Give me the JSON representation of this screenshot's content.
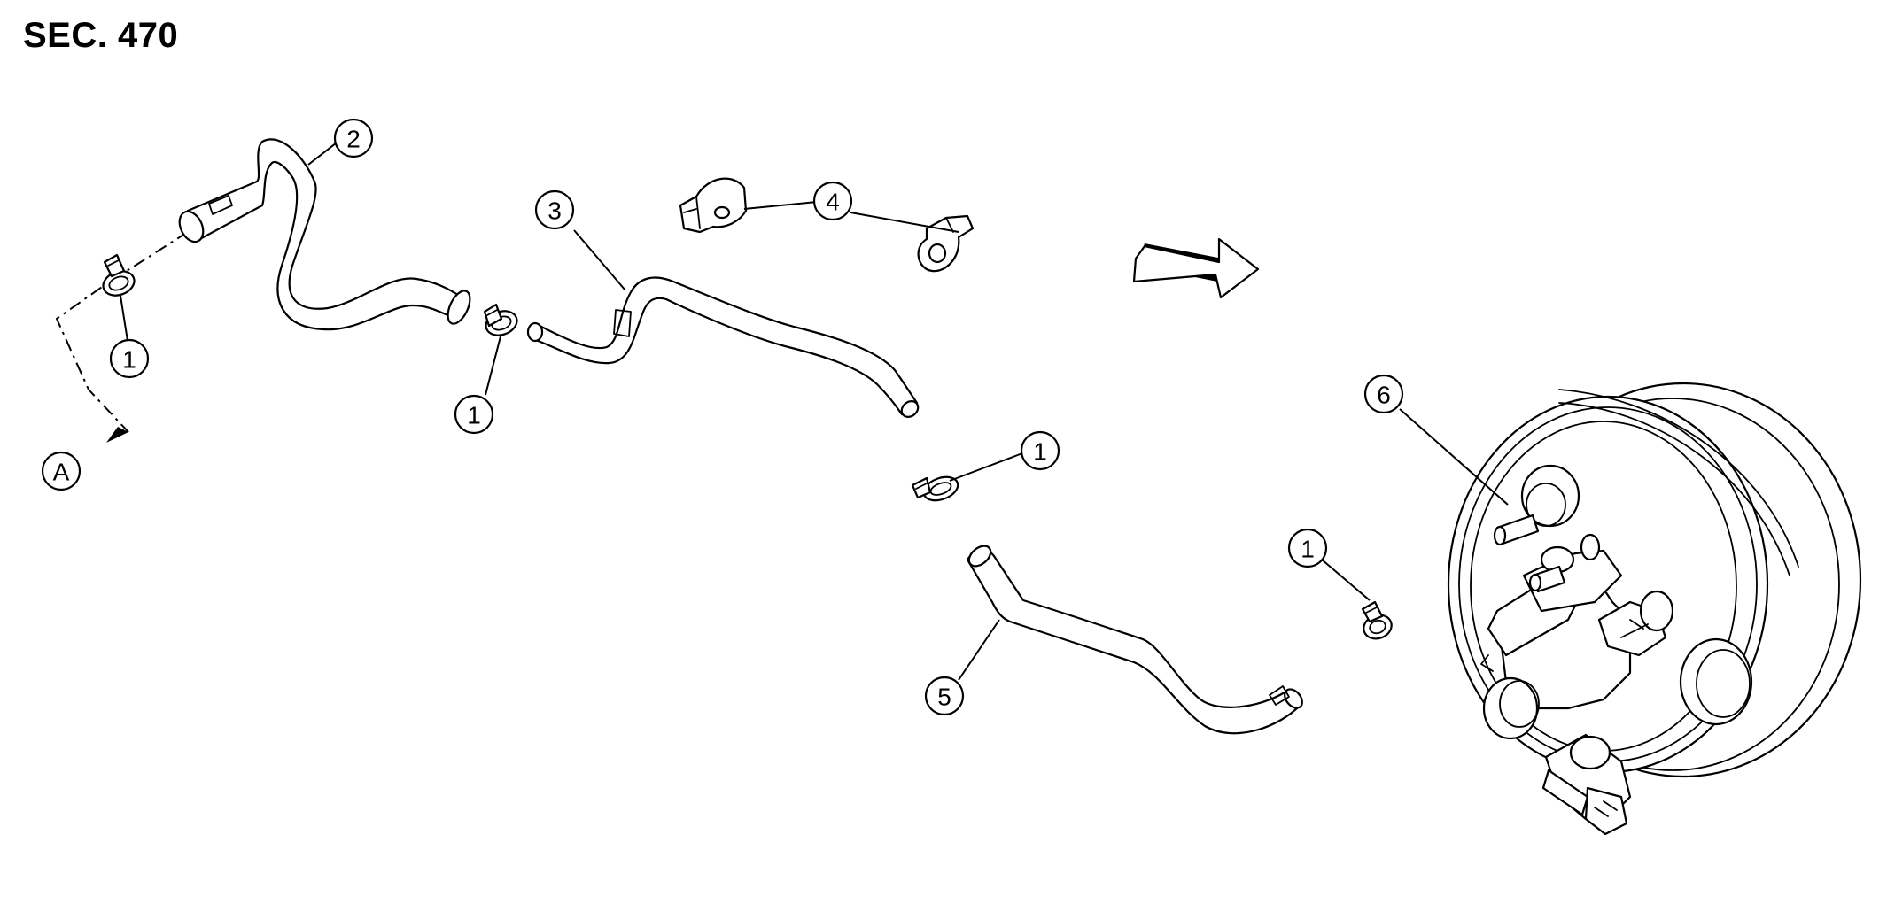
{
  "header": {
    "title": "SEC. 470"
  },
  "callouts": [
    {
      "id": "callout-1a",
      "label": "1"
    },
    {
      "id": "callout-1b",
      "label": "1"
    },
    {
      "id": "callout-1c",
      "label": "1"
    },
    {
      "id": "callout-1d",
      "label": "1"
    },
    {
      "id": "callout-2",
      "label": "2"
    },
    {
      "id": "callout-3",
      "label": "3"
    },
    {
      "id": "callout-4",
      "label": "4"
    },
    {
      "id": "callout-5",
      "label": "5"
    },
    {
      "id": "callout-6",
      "label": "6"
    },
    {
      "id": "callout-a",
      "label": "A"
    }
  ],
  "icons": {
    "front-arrow": "front-direction-arrow-icon",
    "hose-clamp": "hose-clamp-icon",
    "brake-booster": "brake-booster-icon"
  }
}
